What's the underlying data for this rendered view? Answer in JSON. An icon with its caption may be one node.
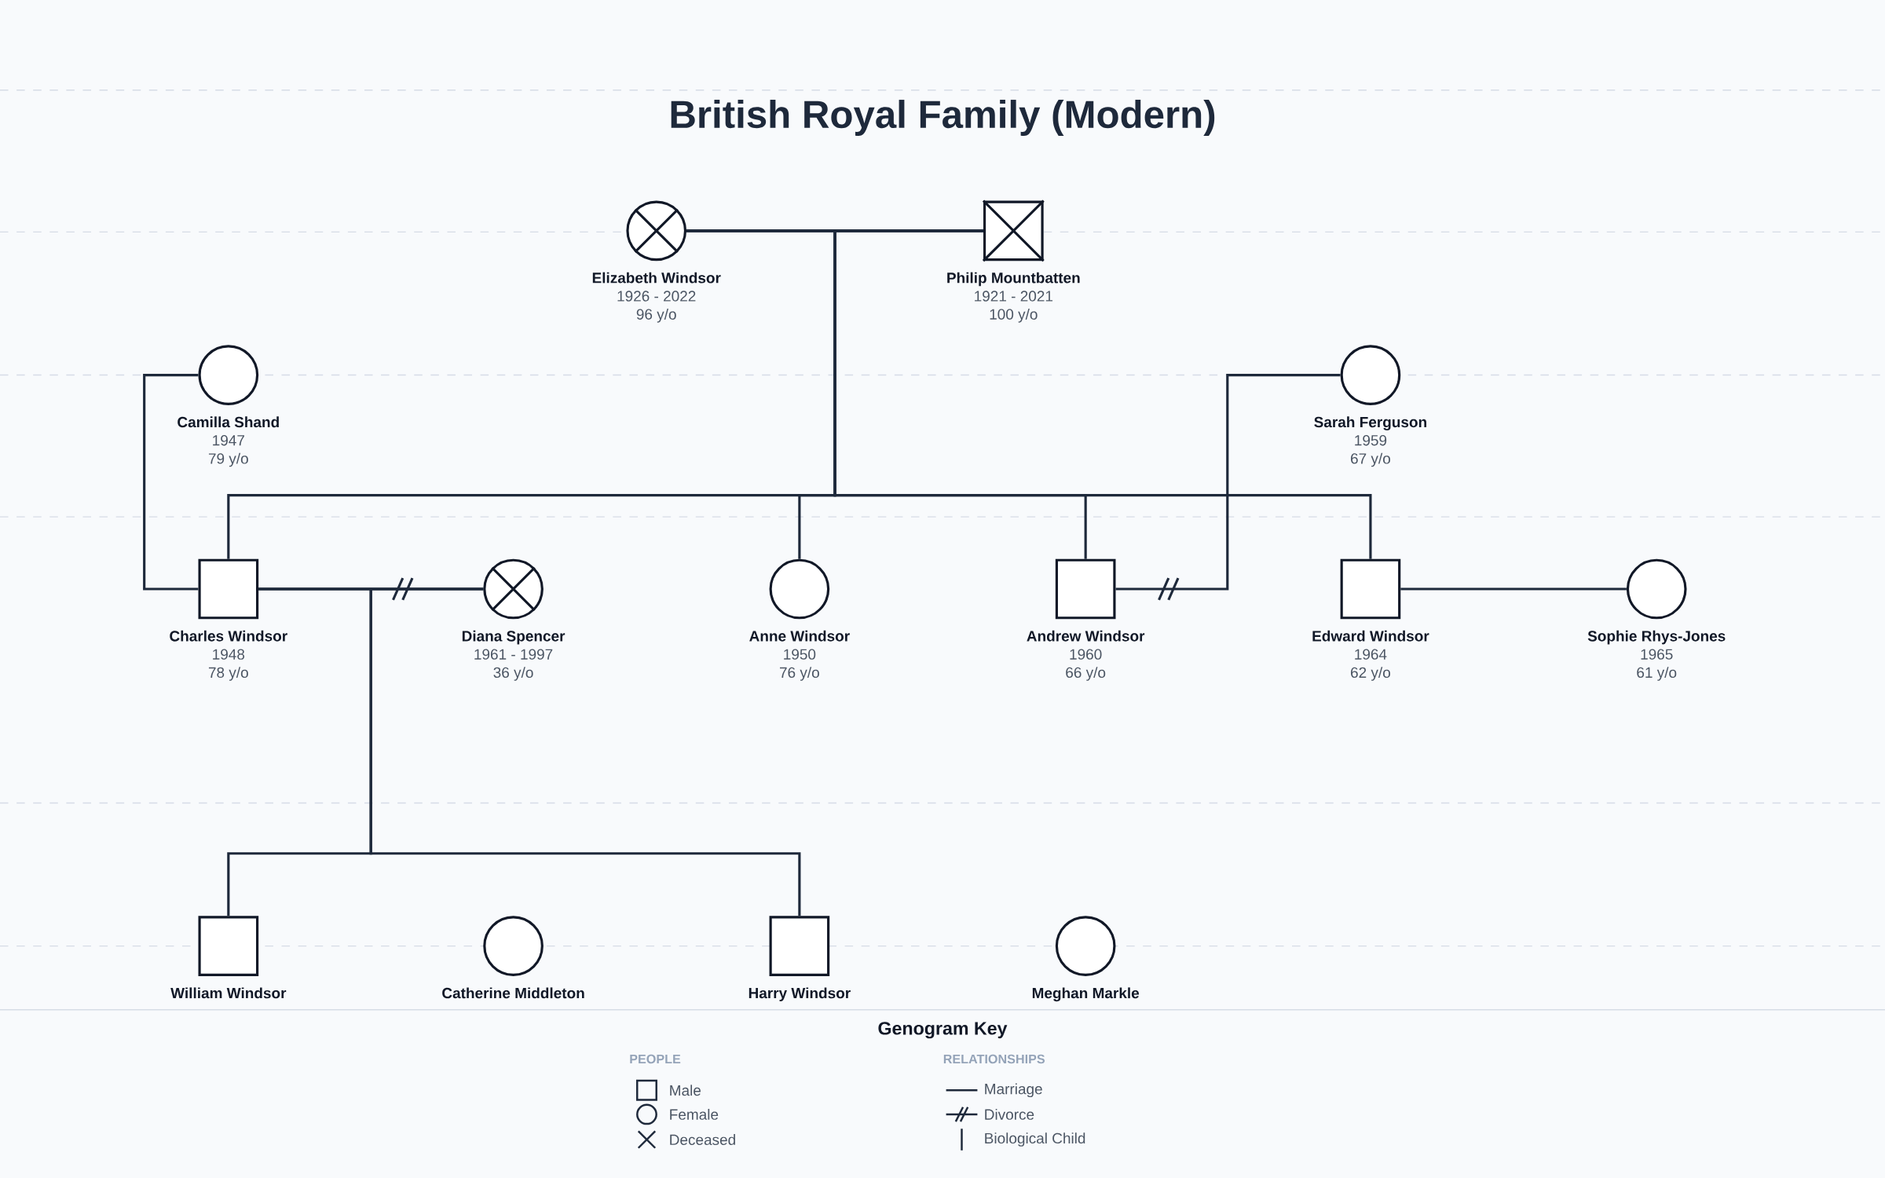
{
  "diagram": {
    "title": "British Royal Family (Modern)",
    "nodes": [
      {
        "text": [],
        "shape": "crossed-circle",
        "beside": [
          "Elizabeth Windsor",
          "1926 - 2022",
          "96 y/o"
        ]
      },
      {
        "text": [],
        "shape": "crossed-box",
        "beside": [
          "Philip Mountbatten",
          "1921 - 2021",
          "100 y/o"
        ]
      },
      {
        "text": [],
        "shape": "circle",
        "beside": [
          "Camilla Shand",
          "1947",
          "79 y/o"
        ]
      },
      {
        "text": [],
        "shape": "circle",
        "beside": [
          "Sarah Ferguson",
          "1959",
          "67 y/o"
        ]
      },
      {
        "text": [],
        "shape": "box",
        "beside": [
          "Charles Windsor",
          "1948",
          "78 y/o"
        ]
      },
      {
        "text": [],
        "shape": "crossed-circle",
        "beside": [
          "Diana Spencer",
          "1961 - 1997",
          "36 y/o"
        ]
      },
      {
        "text": [],
        "shape": "circle",
        "beside": [
          "Anne Windsor",
          "1950",
          "76 y/o"
        ]
      },
      {
        "text": [],
        "shape": "box",
        "beside": [
          "Andrew Windsor",
          "1960",
          "66 y/o"
        ]
      },
      {
        "text": [],
        "shape": "box",
        "beside": [
          "Edward Windsor",
          "1964",
          "62 y/o"
        ]
      },
      {
        "text": [],
        "shape": "circle",
        "beside": [
          "Sophie Rhys-Jones",
          "1965",
          "61 y/o"
        ]
      },
      {
        "text": [],
        "shape": "box",
        "beside": [
          "William Windsor"
        ]
      },
      {
        "text": [],
        "shape": "circle",
        "beside": [
          "Catherine Middleton"
        ]
      },
      {
        "text": [],
        "shape": "box",
        "beside": [
          "Harry Windsor"
        ]
      },
      {
        "text": [],
        "shape": "circle",
        "beside": [
          "Meghan Markle"
        ]
      }
    ],
    "edges": [
      {
        "from": 0,
        "to": 1,
        "arrow": "none"
      },
      {
        "from": 4,
        "to": 2,
        "arrow": "none"
      },
      {
        "from": 4,
        "to": 5,
        "arrow": "none"
      },
      {
        "from": 7,
        "to": 3,
        "arrow": "none"
      },
      {
        "from": 8,
        "to": 9,
        "arrow": "none"
      },
      {
        "from": 0,
        "to": 4,
        "arrow": "none"
      },
      {
        "from": 1,
        "to": 4,
        "arrow": "none"
      },
      {
        "from": 0,
        "to": 6,
        "arrow": "none"
      },
      {
        "from": 1,
        "to": 6,
        "arrow": "none"
      },
      {
        "from": 0,
        "to": 7,
        "arrow": "none"
      },
      {
        "from": 1,
        "to": 7,
        "arrow": "none"
      },
      {
        "from": 0,
        "to": 8,
        "arrow": "none"
      },
      {
        "from": 1,
        "to": 8,
        "arrow": "none"
      },
      {
        "from": 4,
        "to": 10,
        "arrow": "none"
      },
      {
        "from": 5,
        "to": 10,
        "arrow": "none"
      },
      {
        "from": 4,
        "to": 12,
        "arrow": "none"
      },
      {
        "from": 5,
        "to": 12,
        "arrow": "none"
      }
    ],
    "labels": [
      "Genogram Key",
      "PEOPLE",
      "RELATIONSHIPS"
    ],
    "legend": [
      {
        "text": "Male"
      },
      {
        "text": "Female"
      },
      {
        "text": "Deceased"
      },
      {
        "text": "Marriage"
      },
      {
        "text": "Divorce"
      },
      {
        "text": "Biological Child"
      }
    ]
  }
}
